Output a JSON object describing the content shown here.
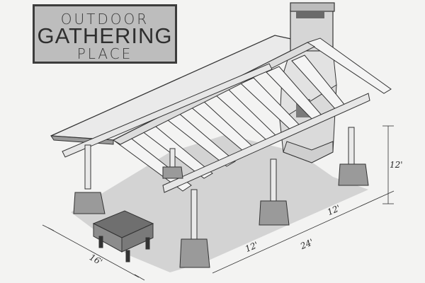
{
  "title": {
    "line1": "OUTDOOR",
    "line2": "GATHERING",
    "line3": "PLACE"
  },
  "dimensions": {
    "height": "12'",
    "length": "24'",
    "bay_right": "12'",
    "bay_left": "12'",
    "width": "16'"
  },
  "colors": {
    "background": "#f3f3f2",
    "title_fill": "#bdbdbd",
    "ink": "#2e2e2e",
    "shadow": "#c8c8c8",
    "stone": "#8a8a8a"
  }
}
